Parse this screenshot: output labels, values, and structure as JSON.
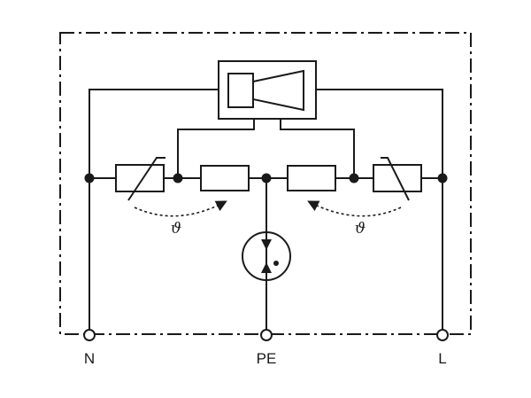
{
  "terminals": {
    "n": "N",
    "pe": "PE",
    "l": "L"
  },
  "symbols": {
    "theta_left": "ϑ",
    "theta_right": "ϑ"
  },
  "icons": {
    "alarm": "horn-icon",
    "gas_discharge_tube": "gas-discharge-tube-icon",
    "varistor": "varistor-icon",
    "fuse": "thermal-fuse-icon"
  }
}
